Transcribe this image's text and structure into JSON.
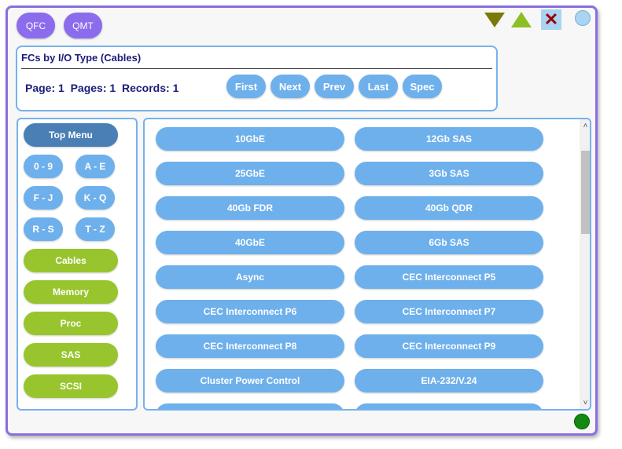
{
  "header": {
    "buttons": [
      "QFC",
      "QMT"
    ],
    "controls": {
      "collapse_icon": "triangle-down-icon",
      "expand_icon": "triangle-up-icon",
      "close_glyph": "✕",
      "close_icon": "close-icon",
      "status_icon": "circle-icon"
    }
  },
  "info": {
    "title": "FCs by I/O Type (Cables)",
    "page_label": "Page:",
    "page": "1",
    "pages_label": "Pages:",
    "pages": "1",
    "records_label": "Records:",
    "records": "1",
    "nav": [
      "First",
      "Next",
      "Prev",
      "Last",
      "Spec"
    ]
  },
  "left_menu": {
    "top_menu": "Top Menu",
    "ranges": [
      "0 - 9",
      "A - E",
      "F - J",
      "K - Q",
      "R - S",
      "T - Z"
    ],
    "categories": [
      "Cables",
      "Memory",
      "Proc",
      "SAS",
      "SCSI"
    ]
  },
  "items": [
    "10GbE",
    "12Gb SAS",
    "25GbE",
    "3Gb SAS",
    "40Gb FDR",
    "40Gb QDR",
    "40GbE",
    "6Gb SAS",
    "Async",
    "CEC Interconnect P5",
    "CEC Interconnect P6",
    "CEC Interconnect P7",
    "CEC Interconnect P8",
    "CEC Interconnect P9",
    "Cluster Power Control",
    "EIA-232/V.24",
    "",
    ""
  ],
  "scrollbar": {
    "up_glyph": "˄",
    "down_glyph": "˅"
  },
  "colors": {
    "border_purple": "#8a6fe0",
    "pill_purple": "#8b6cec",
    "button_blue": "#6eb0ec",
    "top_menu_blue": "#4a7fb5",
    "category_green": "#98c52d",
    "status_green": "#128a12"
  }
}
